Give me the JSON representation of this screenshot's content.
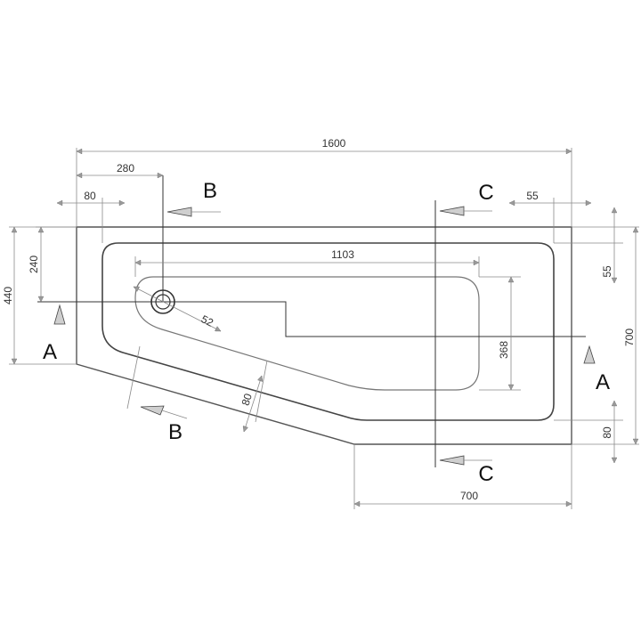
{
  "dimensions": {
    "total_length": "1600",
    "waste_offset": "280",
    "left_rim": "80",
    "right_rim": "55",
    "basin_length": "1103",
    "narrow_width": "440",
    "inner_narrow_width": "240",
    "right_rim_top": "55",
    "total_width": "700",
    "basin_width": "368",
    "bottom_rim": "80",
    "angled_rim": "80",
    "bottom_length": "700",
    "waste_diameter": "52"
  },
  "sections": {
    "a": "A",
    "b": "B",
    "c": "C"
  }
}
